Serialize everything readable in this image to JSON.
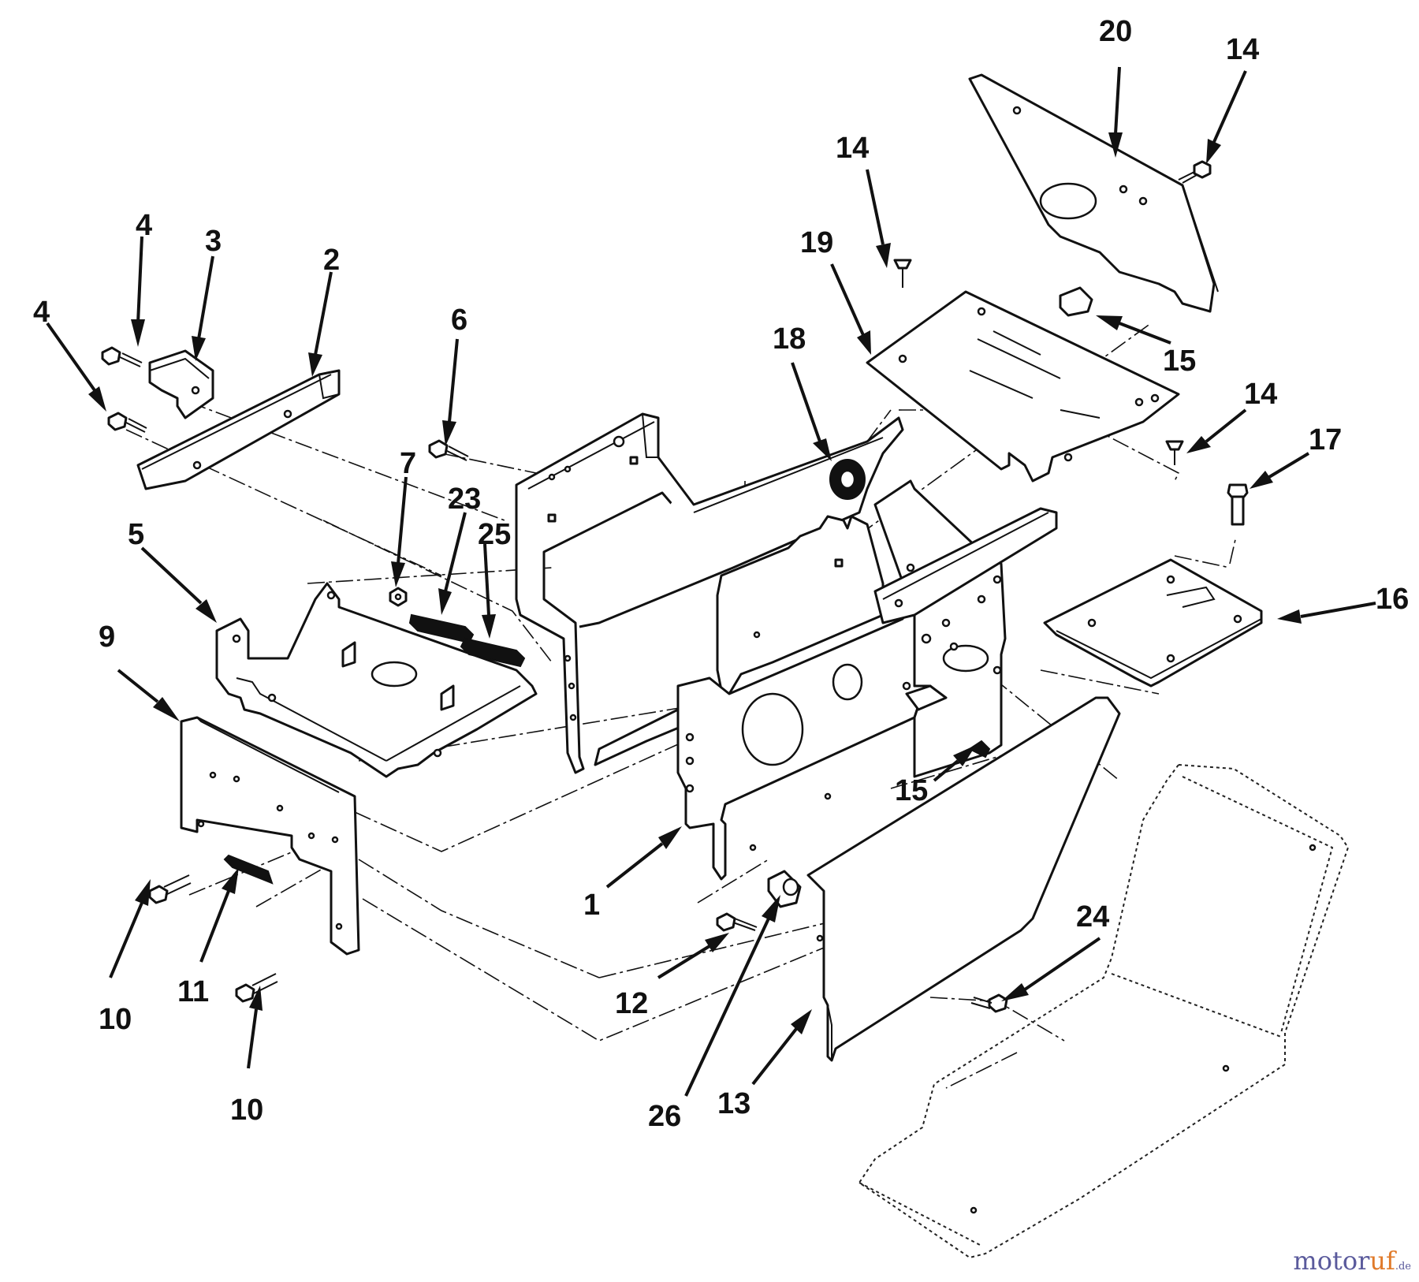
{
  "callouts": {
    "c1": "1",
    "c2": "2",
    "c3": "3",
    "c4a": "4",
    "c4b": "4",
    "c5": "5",
    "c6": "6",
    "c7": "7",
    "c9": "9",
    "c10a": "10",
    "c10b": "10",
    "c11": "11",
    "c12": "12",
    "c13": "13",
    "c14a": "14",
    "c14b": "14",
    "c14c": "14",
    "c15a": "15",
    "c15b": "15",
    "c16": "16",
    "c17": "17",
    "c18": "18",
    "c19": "19",
    "c20": "20",
    "c23": "23",
    "c24": "24",
    "c25": "25",
    "c26": "26"
  },
  "watermark": {
    "brand_a": "motor",
    "brand_b": "uf",
    "suffix": ".de"
  },
  "colors": {
    "ink": "#111111",
    "watermark_blue": "#5a5a9c",
    "watermark_orange": "#e07a2a"
  }
}
